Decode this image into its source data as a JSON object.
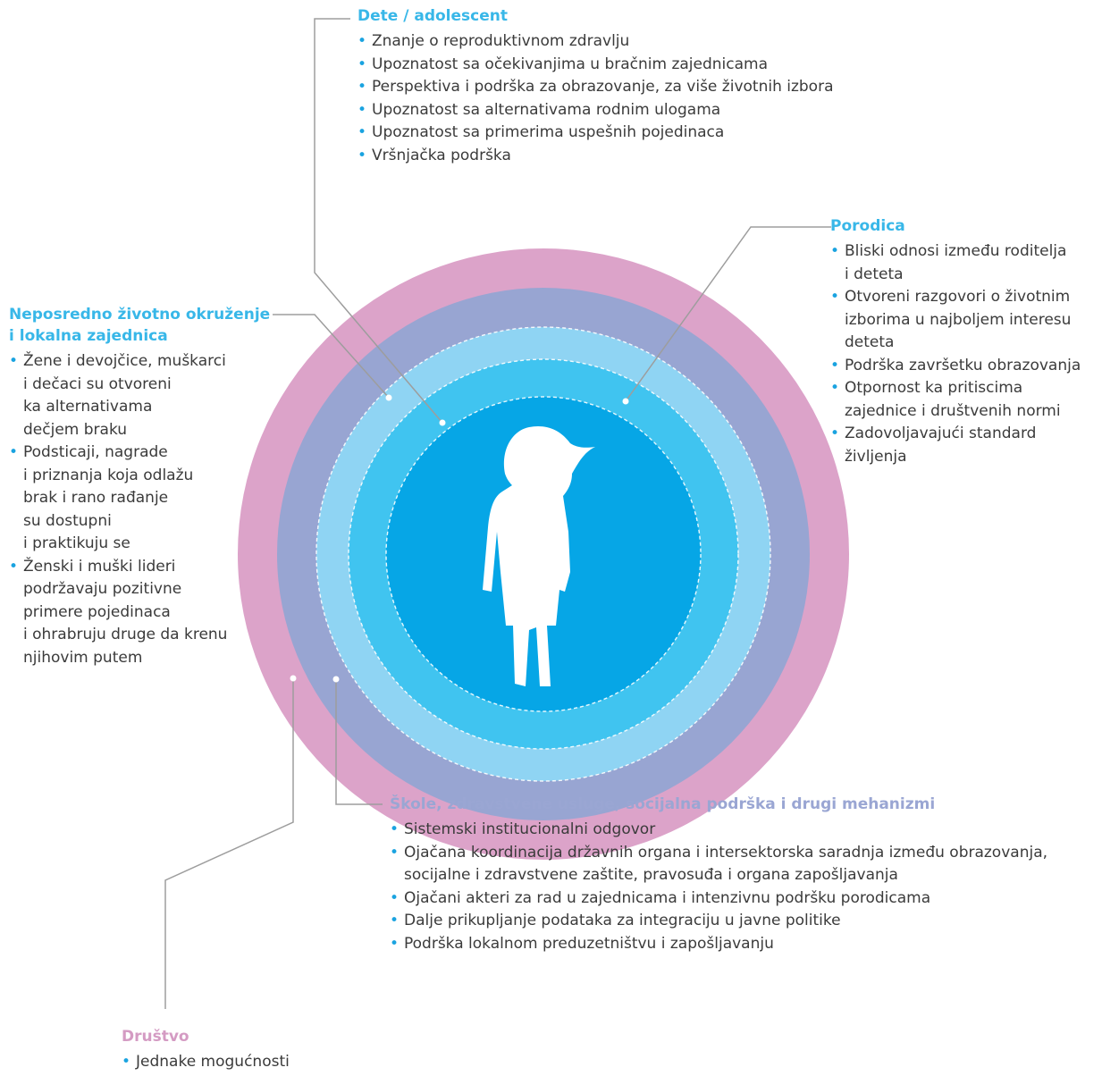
{
  "colors": {
    "ring_outer": "#dca3c9",
    "ring_2": "#98a5d2",
    "ring_3": "#8fd4f3",
    "ring_4": "#40c4f0",
    "ring_inner": "#06a6e6",
    "title_blue": "#38b7e8",
    "title_purple": "#9aa6d3",
    "title_pink": "#d49bc3",
    "bullet": "#1aa3e0",
    "connector": "#9d9d9d"
  },
  "groups": {
    "child": {
      "title": "Dete / adolescent",
      "items": [
        "Znanje o reproduktivnom zdravlju",
        "Upoznatost sa očekivanjima u bračnim zajednicama",
        "Perspektiva i podrška za obrazovanje, za više životnih izbora",
        "Upoznatost sa alternativama rodnim ulogama",
        "Upoznatost sa primerima uspešnih pojedinaca",
        "Vršnjačka podrška"
      ]
    },
    "family": {
      "title": "Porodica",
      "items": [
        "Bliski odnosi između roditelja\ni deteta",
        "Otvoreni razgovori o životnim\nizborima u najboljem interesu\ndeteta",
        "Podrška završetku obrazovanja",
        "Otpornost ka pritiscima\nzajednice i društvenih normi",
        "Zadovoljavajući standard\nživljenja"
      ]
    },
    "community": {
      "title": "Neposredno životno okruženje\ni lokalna zajednica",
      "items": [
        "Žene i devojčice, muškarci\ni dečaci su otvoreni\nka alternativama\ndečjem braku",
        "Podsticaji, nagrade\ni priznanja koja odlažu\nbrak i rano rađanje\nsu dostupni\ni praktikuju se",
        "Ženski i muški lideri\npodržavaju pozitivne\nprimere pojedinaca\ni ohrabruju druge da krenu\nnjihovim putem"
      ]
    },
    "institutions": {
      "title": "Škole, zdravstvene usluge, socijalna podrška i drugi mehanizmi",
      "items": [
        "Sistemski institucionalni odgovor",
        "Ojačana koordinacija državnih organa i intersektorska saradnja između obrazovanja,\nsocijalne i zdravstvene zaštite, pravosuđa i organa zapošljavanja",
        "Ojačani akteri za rad u zajednicama i intenzivnu podršku porodicama",
        "Dalje prikupljanje podataka za integraciju u javne politike",
        "Podrška lokalnom preduzetništvu i zapošljavanju"
      ]
    },
    "society": {
      "title": "Društvo",
      "items": [
        "Jednake mogućnosti"
      ]
    }
  }
}
